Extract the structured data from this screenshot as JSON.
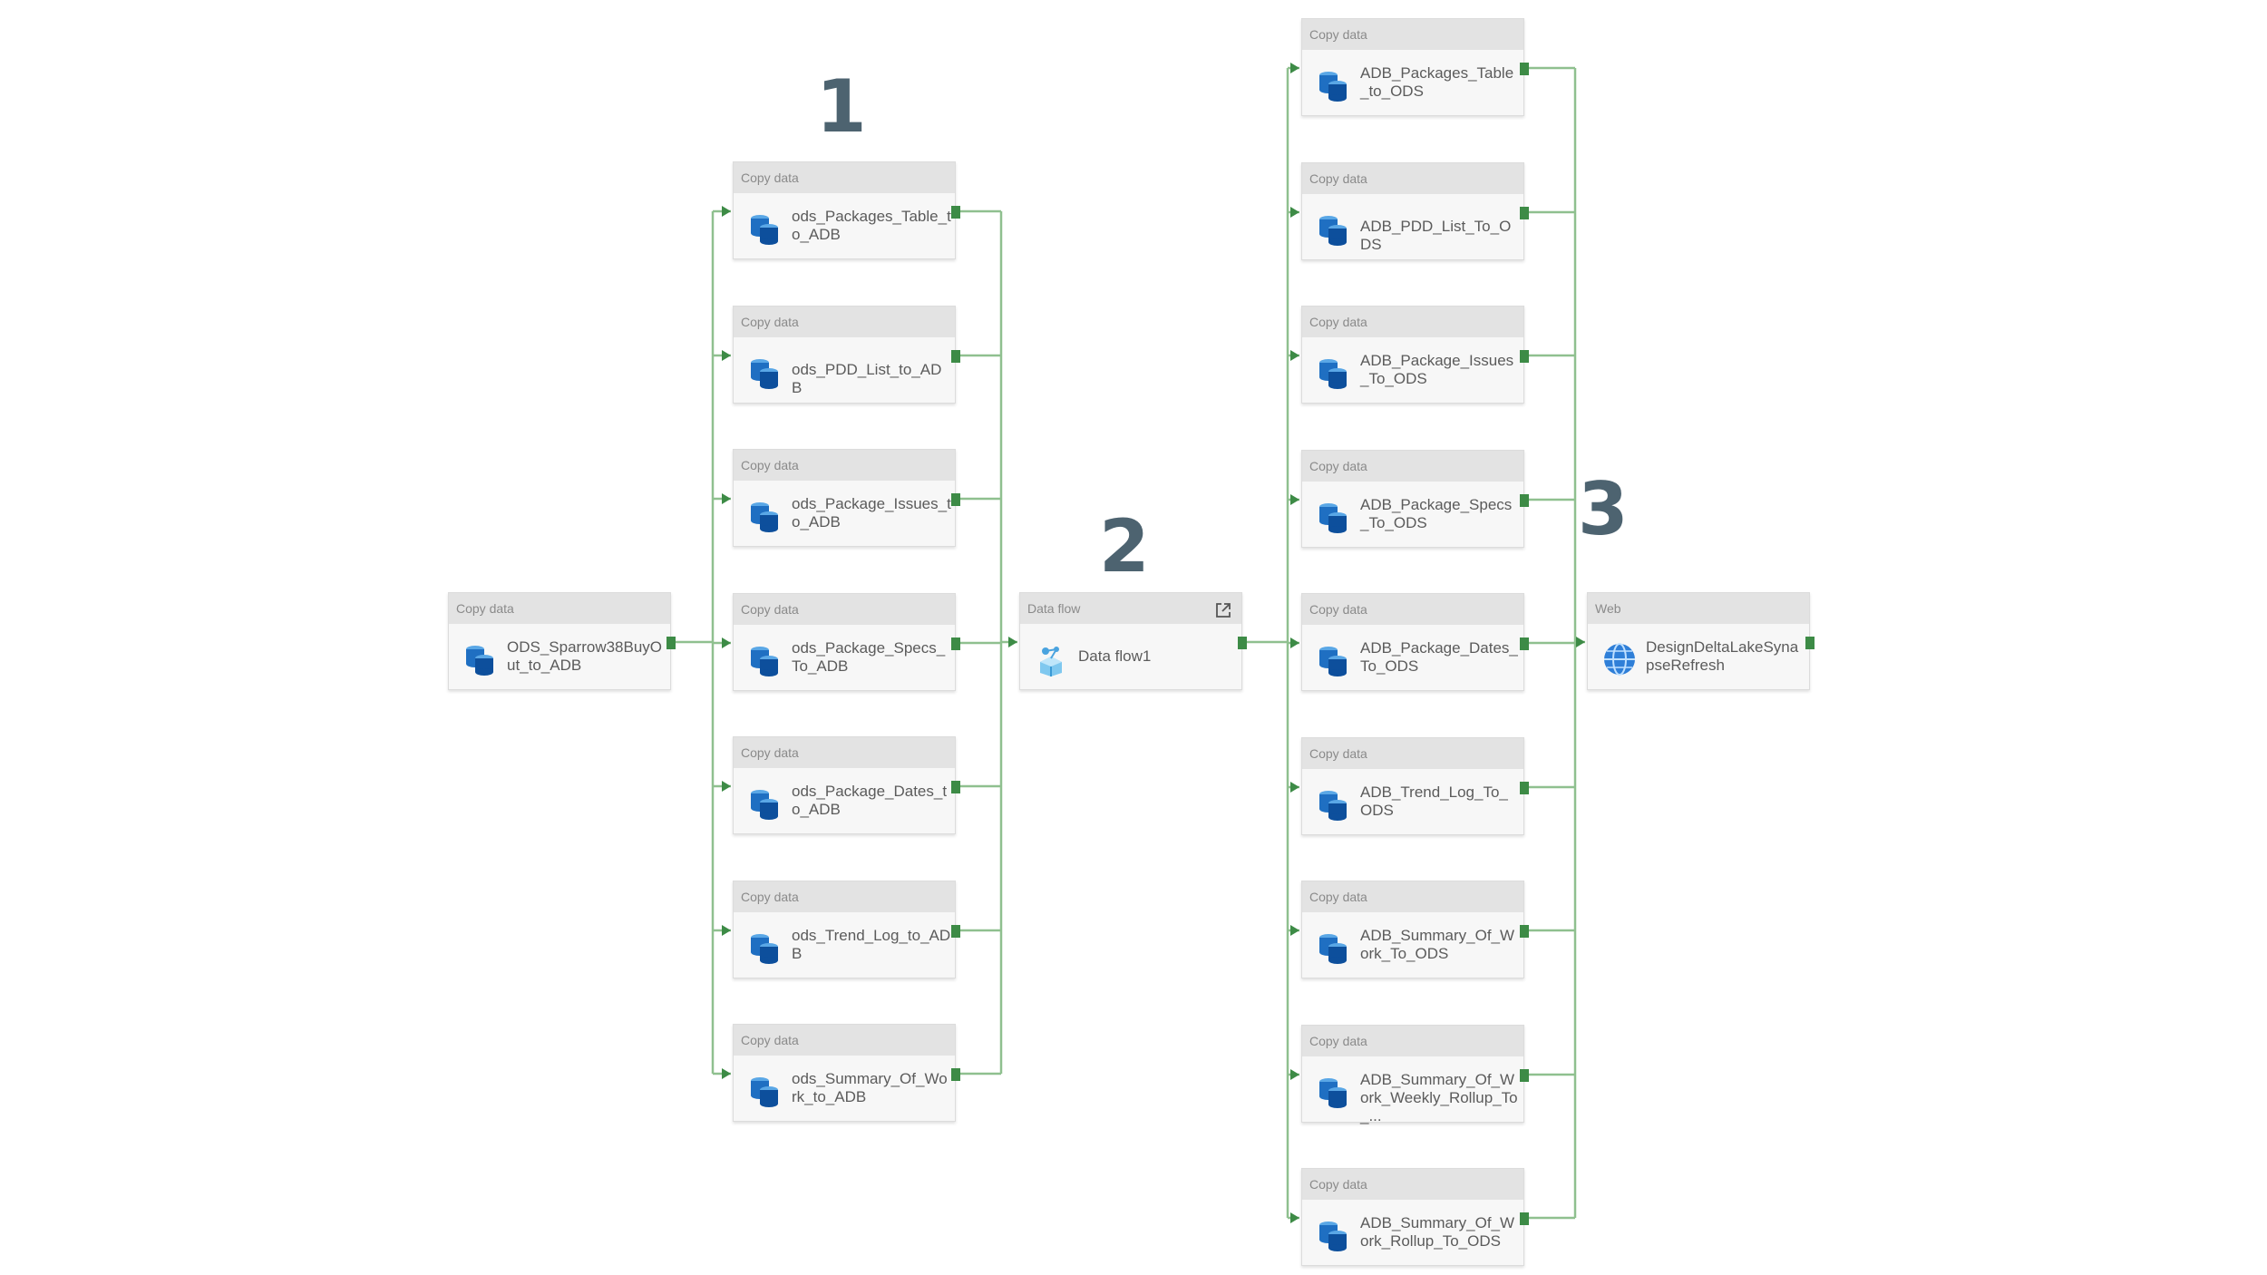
{
  "stages": [
    "1",
    "2",
    "3"
  ],
  "source": {
    "type": "Copy data",
    "name": "ODS_Sparrow38BuyOut_to_ADB",
    "icon": "copy-data-icon"
  },
  "group1": [
    {
      "type": "Copy data",
      "name": "ods_Packages_Table_to_ADB",
      "icon": "copy-data-icon"
    },
    {
      "type": "Copy data",
      "name": "ods_PDD_List_to_ADB",
      "icon": "copy-data-icon"
    },
    {
      "type": "Copy data",
      "name": "ods_Package_Issues_to_ADB",
      "icon": "copy-data-icon"
    },
    {
      "type": "Copy data",
      "name": "ods_Package_Specs_To_ADB",
      "icon": "copy-data-icon"
    },
    {
      "type": "Copy data",
      "name": "ods_Package_Dates_to_ADB",
      "icon": "copy-data-icon"
    },
    {
      "type": "Copy data",
      "name": "ods_Trend_Log_to_ADB",
      "icon": "copy-data-icon"
    },
    {
      "type": "Copy data",
      "name": "ods_Summary_Of_Work_to_ADB",
      "icon": "copy-data-icon"
    }
  ],
  "dataflow": {
    "type": "Data flow",
    "name": "Data flow1",
    "icon": "data-flow-icon",
    "action_icon": "open-external-icon"
  },
  "group3": [
    {
      "type": "Copy data",
      "name": "ADB_Packages_Table_to_ODS",
      "icon": "copy-data-icon"
    },
    {
      "type": "Copy data",
      "name": "ADB_PDD_List_To_ODS",
      "icon": "copy-data-icon"
    },
    {
      "type": "Copy data",
      "name": "ADB_Package_Issues_To_ODS",
      "icon": "copy-data-icon"
    },
    {
      "type": "Copy data",
      "name": "ADB_Package_Specs_To_ODS",
      "icon": "copy-data-icon"
    },
    {
      "type": "Copy data",
      "name": "ADB_Package_Dates_To_ODS",
      "icon": "copy-data-icon"
    },
    {
      "type": "Copy data",
      "name": "ADB_Trend_Log_To_ODS",
      "icon": "copy-data-icon"
    },
    {
      "type": "Copy data",
      "name": "ADB_Summary_Of_Work_To_ODS",
      "icon": "copy-data-icon"
    },
    {
      "type": "Copy data",
      "name": "ADB_Summary_Of_Work_Weekly_Rollup_To_...",
      "icon": "copy-data-icon"
    },
    {
      "type": "Copy data",
      "name": "ADB_Summary_Of_Work_Rollup_To_ODS",
      "icon": "copy-data-icon"
    }
  ],
  "web": {
    "type": "Web",
    "name": "DesignDeltaLakeSynapseRefresh",
    "icon": "web-globe-icon"
  },
  "colors": {
    "connector": "#3d8b46",
    "connector_line": "#8fc08f",
    "stage_label": "#4d6370"
  }
}
